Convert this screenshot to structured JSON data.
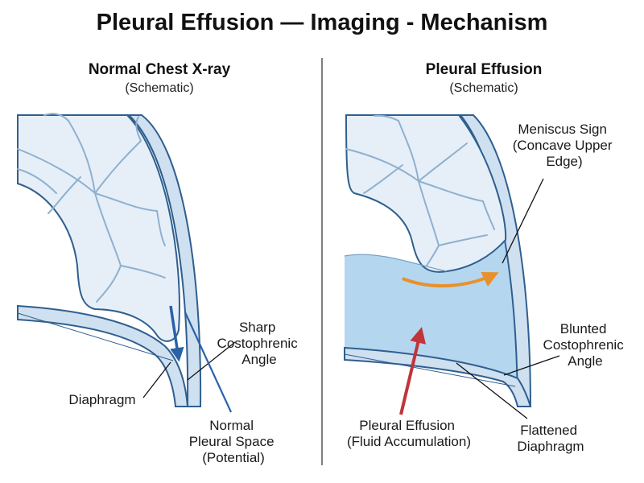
{
  "title": "Pleural Effusion — Imaging - Mechanism",
  "panels": {
    "left": {
      "title": "Normal Chest X-ray",
      "subtitle": "(Schematic)",
      "labels": {
        "diaphragm": "Diaphragm",
        "sharp_angle": [
          "Sharp",
          "Costophrenic",
          "Angle"
        ],
        "pleural_space": [
          "Normal",
          "Pleural Space",
          "(Potential)"
        ]
      }
    },
    "right": {
      "title": "Pleural Effusion",
      "subtitle": "(Schematic)",
      "labels": {
        "meniscus": [
          "Meniscus Sign",
          "(Concave Upper",
          "Edge)"
        ],
        "blunted_angle": [
          "Blunted",
          "Costophrenic",
          "Angle"
        ],
        "effusion": [
          "Pleural Effusion",
          "(Fluid Accumulation)"
        ],
        "flattened": [
          "Flattened",
          "Diaphragm"
        ]
      }
    }
  },
  "colors": {
    "outline": "#2f5f8f",
    "lung_fill": "#e6eff8",
    "vessel": "#8fb0cf",
    "fluid": "#b5d6ef",
    "pleura_band": "#cfe0f0",
    "arrow_blue": "#2a62a8",
    "arrow_orange": "#e8912a",
    "arrow_red": "#c0343a",
    "divider": "#555555"
  }
}
